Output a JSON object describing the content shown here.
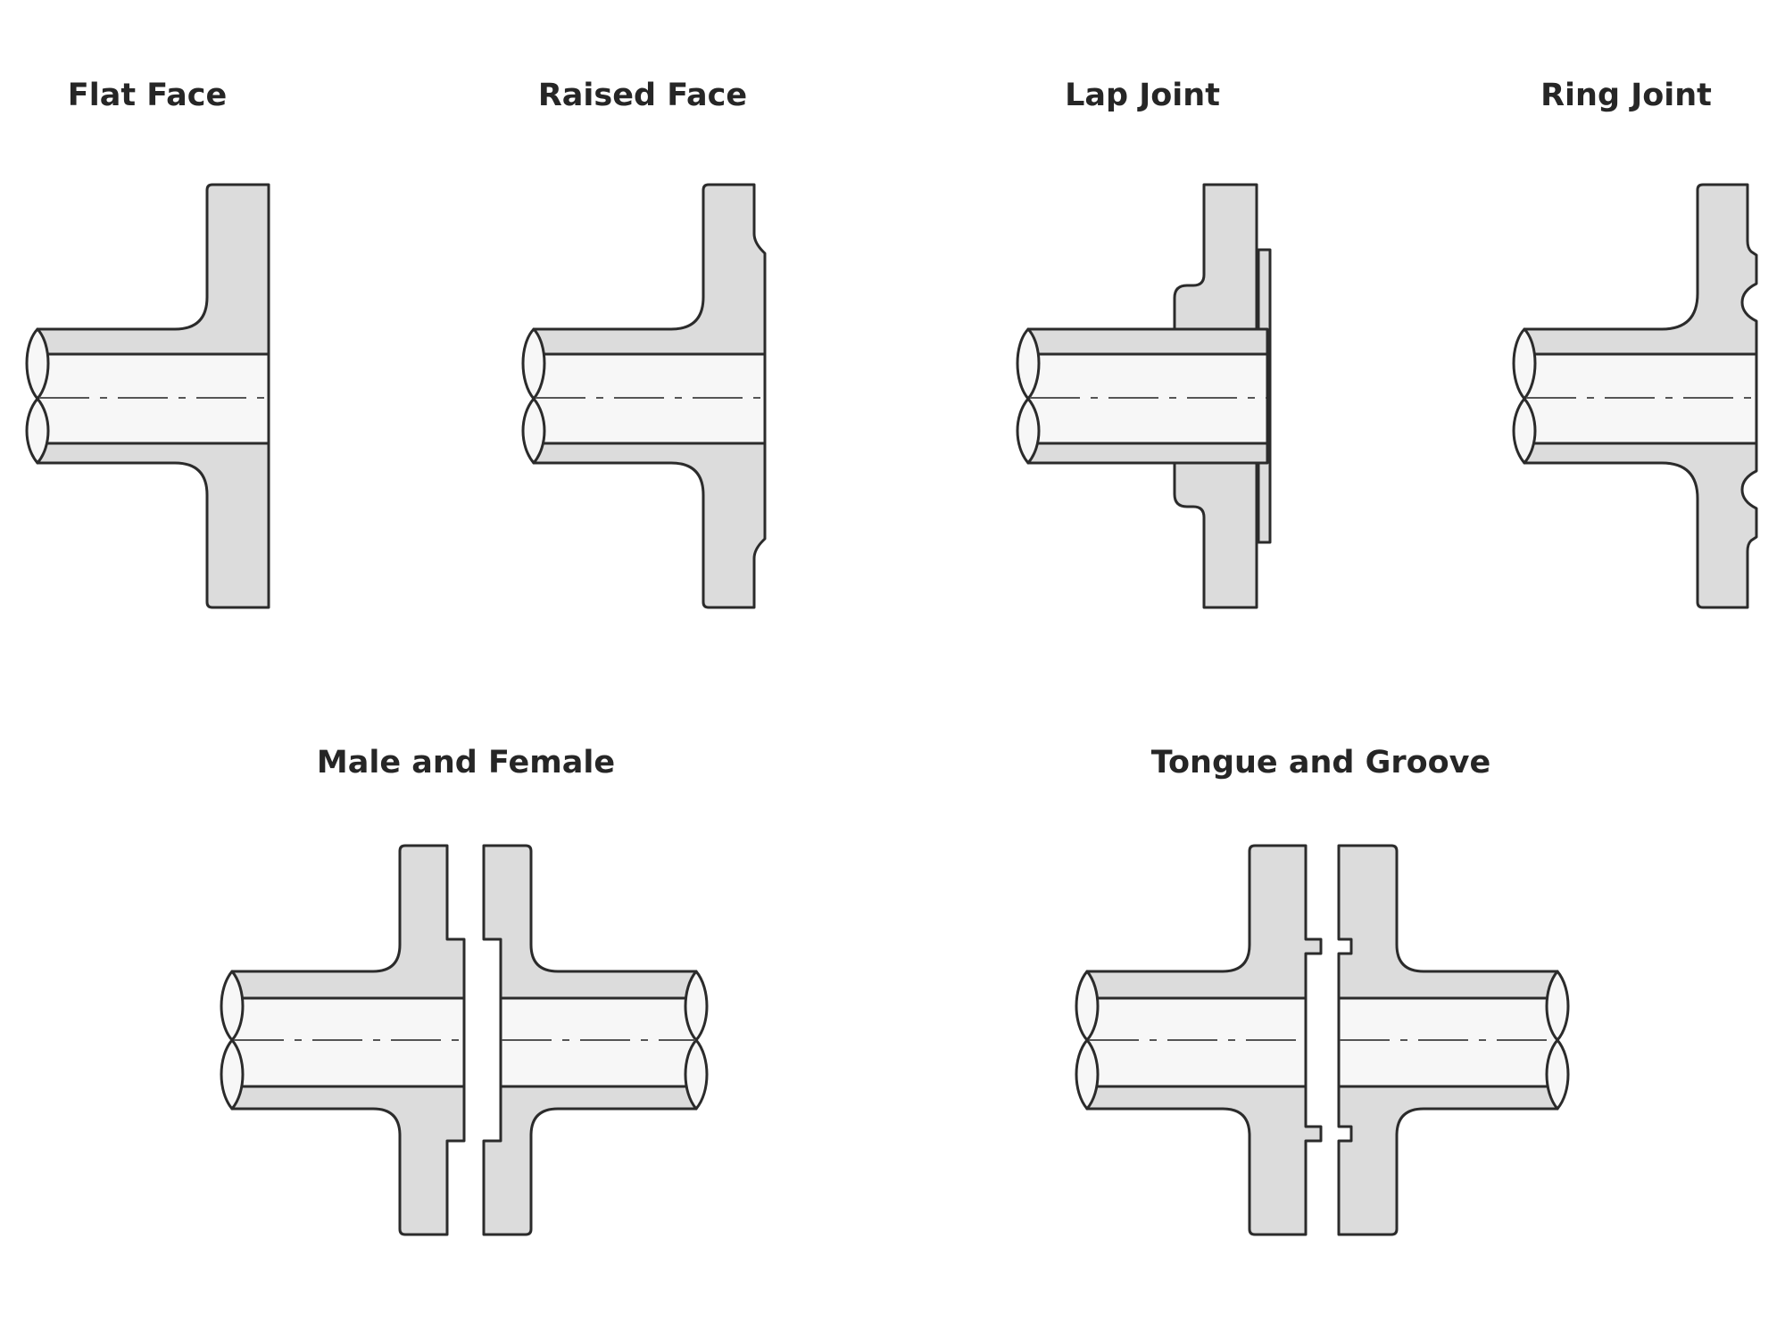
{
  "diagram": {
    "flanges": [
      {
        "key": "flat_face",
        "label": "Flat Face"
      },
      {
        "key": "raised_face",
        "label": "Raised Face"
      },
      {
        "key": "lap_joint",
        "label": "Lap Joint"
      },
      {
        "key": "ring_joint",
        "label": "Ring Joint"
      },
      {
        "key": "male_female",
        "label": "Male and Female"
      },
      {
        "key": "tongue_groove",
        "label": "Tongue and Groove"
      }
    ],
    "colors": {
      "metal_fill": "#dcdcdc",
      "bore_fill": "#f7f7f7",
      "outline": "#2b2b2b",
      "label_text": "#262626",
      "background": "#ffffff"
    }
  }
}
